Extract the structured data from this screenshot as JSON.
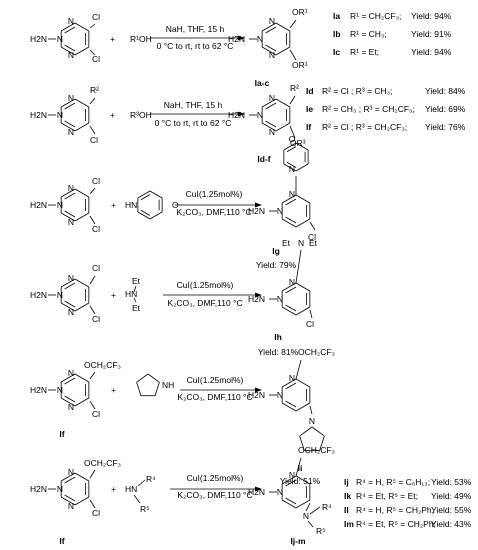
{
  "diagram": {
    "common": {
      "h2n": "H2N",
      "plus": "+",
      "cl": "Cl",
      "n": "N"
    },
    "s1": {
      "sm_cl_top": "Cl",
      "sm_cl_bot": "Cl",
      "reagent": "R¹OH",
      "cond_top": "NaH, THF, 15 h",
      "cond_bot": "0 °C to rt, rt to 62 °C",
      "prod_or_top": "OR¹",
      "prod_or_bot": "OR¹",
      "product_label": "Ia-c",
      "results": [
        {
          "id": "Ia",
          "text": "R¹ = CH₂CF₃;",
          "yield": "Yield: 94%"
        },
        {
          "id": "Ib",
          "text": "R¹ = CH₃;",
          "yield": "Yield: 91%"
        },
        {
          "id": "Ic",
          "text": "R¹ = Et;",
          "yield": "Yield: 94%"
        }
      ]
    },
    "s2": {
      "sm_top": "R²",
      "sm_bot": "Cl",
      "reagent": "R³OH",
      "cond_top": "NaH, THF, 15 h",
      "cond_bot": "0 °C to rt, rt to 62 °C",
      "prod_top": "R²",
      "prod_bot": "OR³",
      "product_label": "Id-f",
      "results": [
        {
          "id": "Id",
          "text": "R² = Cl ; R³ = CH₃;",
          "yield": "Yield: 84%"
        },
        {
          "id": "Ie",
          "text": "R² = CH₃ ; R³ = CH₂CF₃;",
          "yield": "Yield: 69%"
        },
        {
          "id": "If",
          "text": "R² = Cl ; R³ = CH₂CF₃;",
          "yield": "Yield: 76%"
        }
      ]
    },
    "s3": {
      "sm_cl_top": "Cl",
      "sm_cl_bot": "Cl",
      "amine_nh": "HN",
      "amine_o": "O",
      "cond_top": "CuI(1.25mol%)",
      "cond_bot": "K₂CO₃, DMF,110 °C",
      "prod_o": "O",
      "prod_cl": "Cl",
      "product_label": "Ig",
      "yield": "Yield: 79%"
    },
    "s4": {
      "sm_cl_top": "Cl",
      "sm_cl_bot": "Cl",
      "amine_et1": "Et",
      "amine_hn": "HN",
      "amine_et2": "Et",
      "cond_top": "CuI(1.25mol%)",
      "cond_bot": "K₂CO₃, DMF,110 °C",
      "prod_et1": "Et",
      "prod_n": "N",
      "prod_et2": "Et",
      "prod_cl": "Cl",
      "product_label": "Ih",
      "yield": "Yield: 81%"
    },
    "s5": {
      "sm_top": "OCH₂CF₃",
      "sm_bot": "Cl",
      "sm_label": "If",
      "amine_nh": "NH",
      "cond_top": "CuI(1.25mol%)",
      "cond_bot": "K₂CO₃, DMF,110 °C",
      "prod_top": "OCH₂CF₃",
      "product_label": "Ii",
      "yield": "Yield: 51%"
    },
    "s6": {
      "sm_top": "OCH₂CF₃",
      "sm_bot": "Cl",
      "sm_label": "If",
      "amine_hn": "HN",
      "amine_r4": "R⁴",
      "amine_r5": "R⁵",
      "cond_top": "CuI(1.25mol%)",
      "cond_bot": "K₂CO₃, DMF,110 °C",
      "prod_top": "OCH₂CF₃",
      "prod_r4": "R⁴",
      "prod_r5": "R⁵",
      "product_label": "Ij-m",
      "results": [
        {
          "id": "Ij",
          "text": "R⁴ = H, R⁵ = C₆H₁₃;",
          "yield": "Yield: 53%"
        },
        {
          "id": "Ik",
          "text": "R⁴ = Et, R⁵ = Et;",
          "yield": "Yield: 49%"
        },
        {
          "id": "Il",
          "text": "R⁴ = H, R⁵ = CH₂Ph;",
          "yield": "Yield: 55%"
        },
        {
          "id": "Im",
          "text": "R⁴ = Et, R⁵ = CH₂Ph;",
          "yield": "Yield: 43%"
        }
      ]
    }
  }
}
